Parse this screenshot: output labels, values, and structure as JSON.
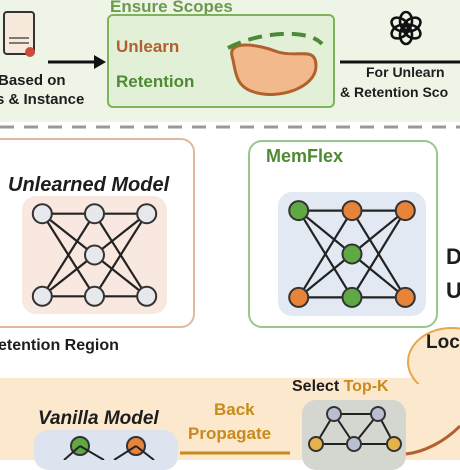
{
  "header": {
    "ensure_scopes": "Ensure Scopes",
    "unlearn": "Unlearn",
    "retention": "Retention",
    "based_on_line1": "Based on",
    "based_on_line2": "s & Instance",
    "for_unlearn_line1": "For Unlearn",
    "for_unlearn_line2": "& Retention Sco"
  },
  "left_panel": {
    "title": "Unlearned Model",
    "caption": "etention Region"
  },
  "right_panel": {
    "title": "MemFlex",
    "side_letter_1": "D",
    "side_letter_2": "U"
  },
  "bottom": {
    "vanilla_model": "Vanilla Model",
    "back_line1": "Back",
    "back_line2": "Propagate",
    "select_prefix": "Select ",
    "select_topk": "Top-K",
    "loc": "Loc"
  },
  "icons": {
    "document": "law-document-icon",
    "openai": "openai-logo-icon"
  },
  "colors": {
    "green": "#5fa944",
    "orange": "#e8833a",
    "gray_node": "#e6e8ec",
    "dark_green_text": "#4e8a33",
    "brown_text": "#b2602e",
    "gold_text": "#c88a1c",
    "retention_shape": "#f1b98c"
  }
}
